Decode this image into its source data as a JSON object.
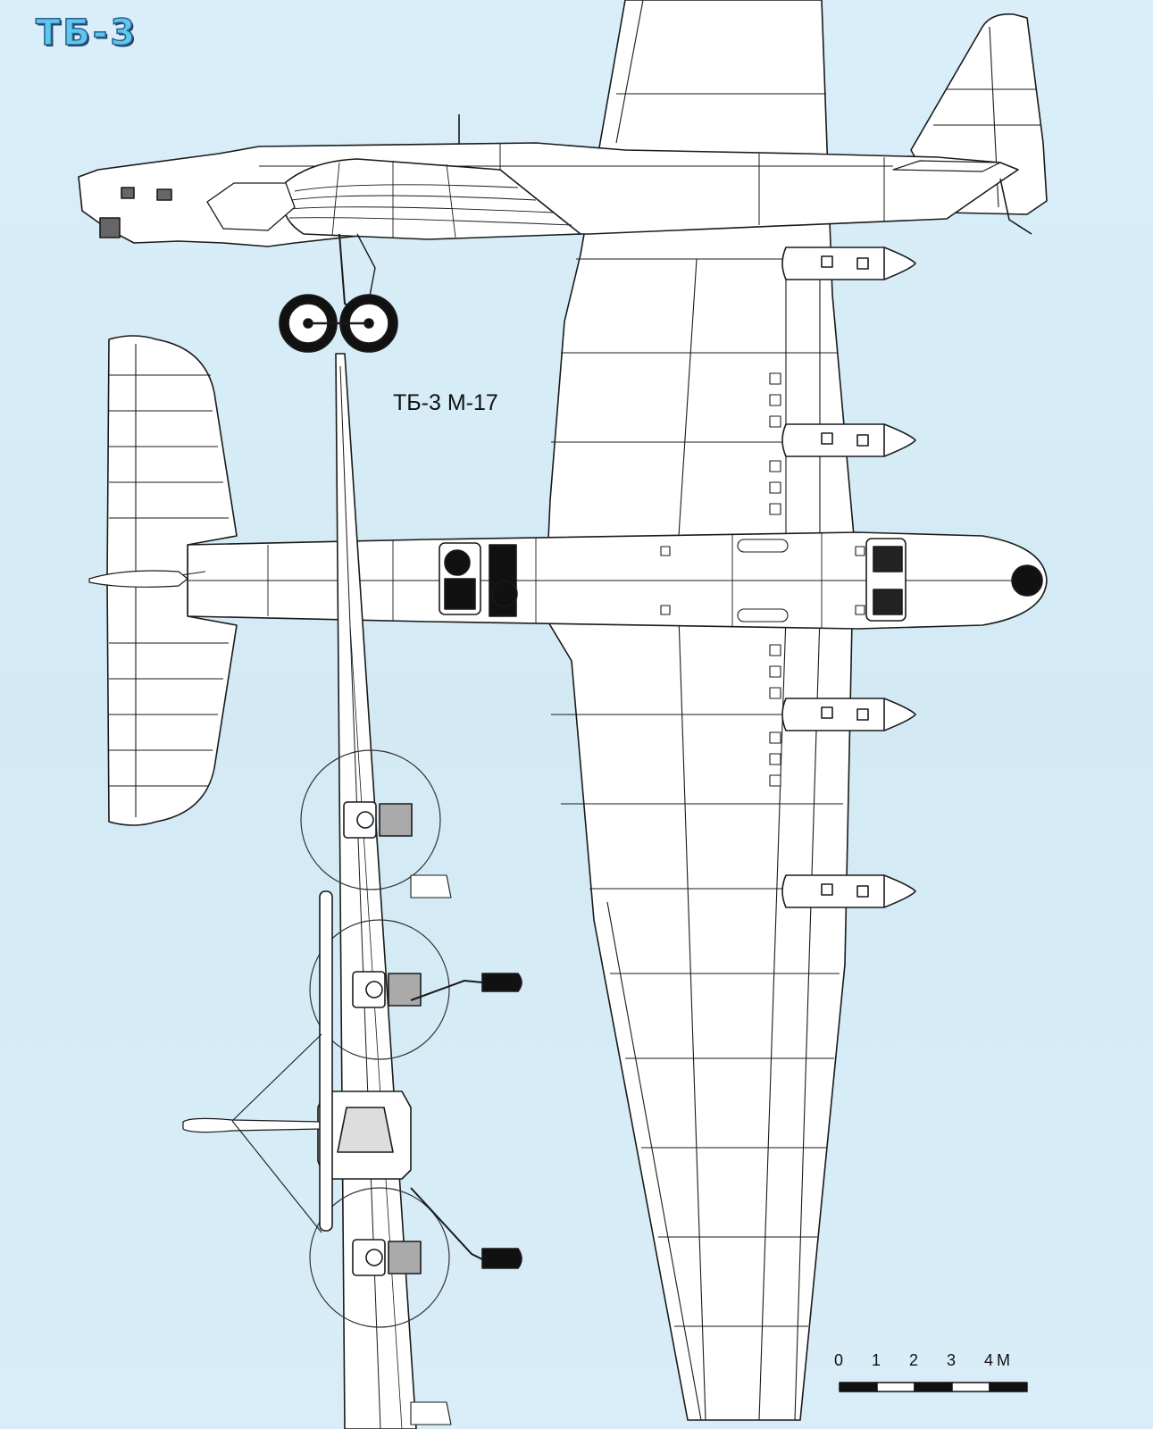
{
  "logo_text": "ТБ-3",
  "variant_label": "ТБ-3 М-17",
  "scale": {
    "ticks": [
      "0",
      "1",
      "2",
      "3",
      "4"
    ],
    "unit": "М"
  },
  "colors": {
    "background": "#d6ecf6",
    "aircraft_fill": "#ffffff",
    "line": "#1a1a1a",
    "logo": "#5fc6ec"
  }
}
